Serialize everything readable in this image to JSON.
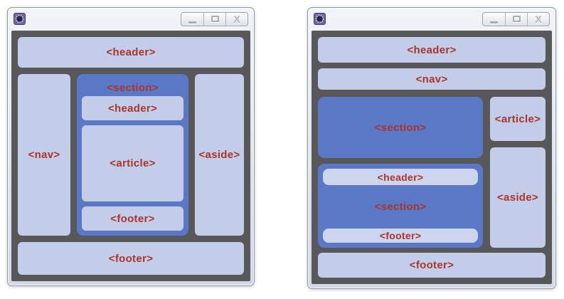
{
  "labels": {
    "header": "<header>",
    "nav": "<nav>",
    "section": "<section>",
    "article": "<article>",
    "aside": "<aside>",
    "footer": "<footer>"
  },
  "window_controls": {
    "minimize": "minimize",
    "maximize": "maximize",
    "close": "close",
    "close_glyph": "X"
  },
  "colors": {
    "page_background": "#ffffff",
    "window_chrome": "#dde3ee",
    "content_background": "#58585a",
    "light_box": "#c3cce8",
    "blue_box": "#5b78c6",
    "inner_bar": "#ccd4ee",
    "label_text": "#a9352c"
  }
}
